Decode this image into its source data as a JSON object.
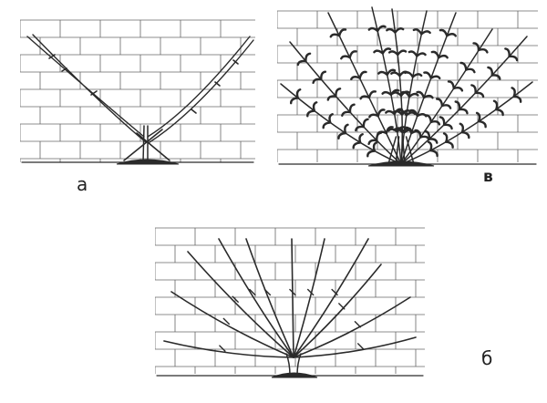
{
  "figures": [
    {
      "id": "a",
      "label": "а",
      "description_shape": "V"
    },
    {
      "id": "v",
      "label": "в",
      "description_shape": "fan-leafy"
    },
    {
      "id": "b",
      "label": "б",
      "description_shape": "fan"
    }
  ],
  "colors": {
    "ink": "#2a2a2a",
    "wall": "#555555",
    "paper": "#ffffff"
  }
}
